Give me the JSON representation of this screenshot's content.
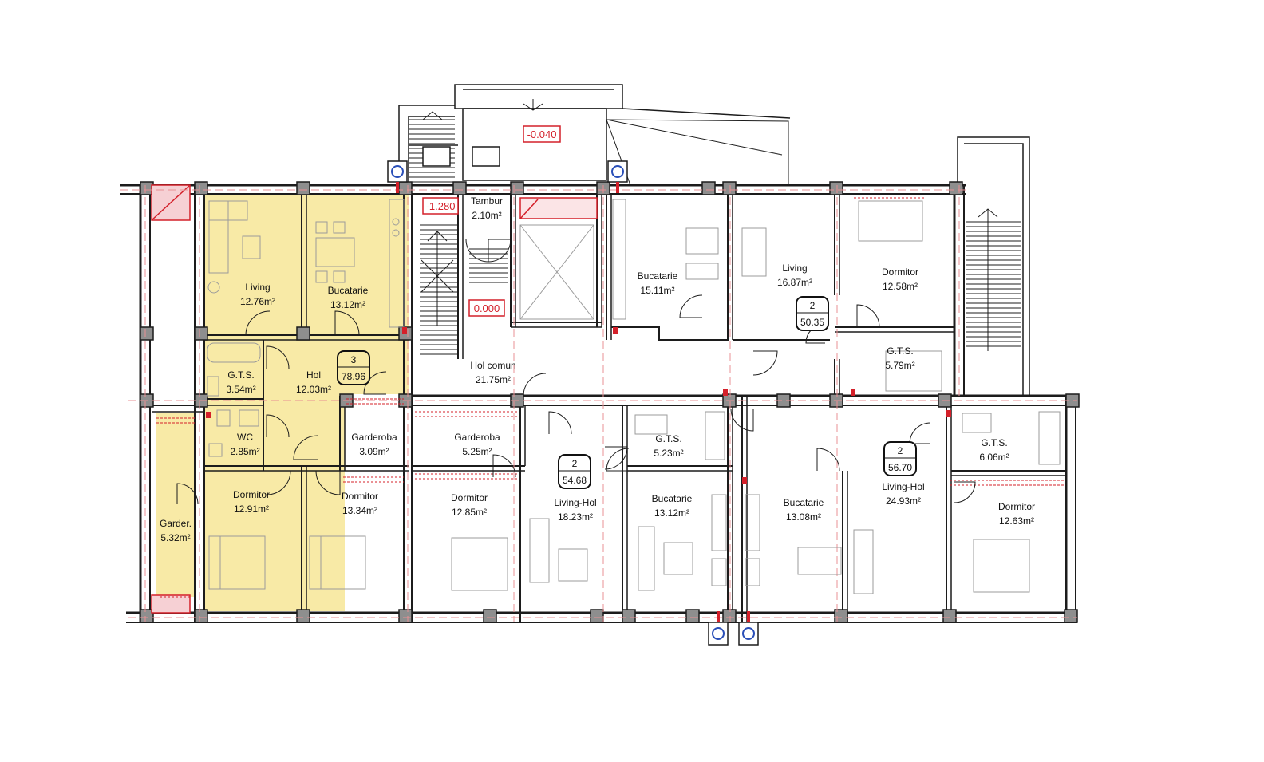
{
  "colors": {
    "apartment_fill": "#f8eaa6",
    "wall": "#1c1c1c",
    "column_fill": "#8e8e8e",
    "accent_red": "#d4202a",
    "balcony_red": "#e35060",
    "dashed_red": "#e89094",
    "glass": "#5fa7a7"
  },
  "levels": {
    "top_landing": "-0.040",
    "entrance": "-1.280",
    "stair_landing": "0.000"
  },
  "rooms": {
    "a3_living": {
      "name": "Living",
      "area": "12.76m²"
    },
    "a3_kitchen": {
      "name": "Bucatarie",
      "area": "13.12m²"
    },
    "a3_bath": {
      "name": "G.T.S.",
      "area": "3.54m²"
    },
    "a3_hall": {
      "name": "Hol",
      "area": "12.03m²"
    },
    "a3_wc": {
      "name": "WC",
      "area": "2.85m²"
    },
    "a3_wardrobe": {
      "name": "Garderoba",
      "area": "3.09m²"
    },
    "a3_bed1": {
      "name": "Dormitor",
      "area": "12.91m²"
    },
    "a3_bed2": {
      "name": "Dormitor",
      "area": "13.34m²"
    },
    "a3_garder": {
      "name": "Garder.",
      "area": "5.32m²"
    },
    "tambur": {
      "name": "Tambur",
      "area": "2.10m²"
    },
    "hol_comun": {
      "name": "Hol comun",
      "area": "21.75m²"
    },
    "b_kitchen": {
      "name": "Bucatarie",
      "area": "15.11m²"
    },
    "b_living": {
      "name": "Living",
      "area": "16.87m²"
    },
    "b_bed": {
      "name": "Dormitor",
      "area": "12.58m²"
    },
    "b_bath": {
      "name": "G.T.S.",
      "area": "5.79m²"
    },
    "c_wardrobe": {
      "name": "Garderoba",
      "area": "5.25m²"
    },
    "c_bed": {
      "name": "Dormitor",
      "area": "12.85m²"
    },
    "c_living": {
      "name": "Living-Hol",
      "area": "18.23m²"
    },
    "c_bath": {
      "name": "G.T.S.",
      "area": "5.23m²"
    },
    "c_kitchen": {
      "name": "Bucatarie",
      "area": "13.12m²"
    },
    "d_kitchen": {
      "name": "Bucatarie",
      "area": "13.08m²"
    },
    "d_living": {
      "name": "Living-Hol",
      "area": "24.93m²"
    },
    "d_bath": {
      "name": "G.T.S.",
      "area": "6.06m²"
    },
    "d_bed": {
      "name": "Dormitor",
      "area": "12.63m²"
    }
  },
  "apartment_tags": {
    "a": {
      "rooms": "3",
      "total": "78.96"
    },
    "b": {
      "rooms": "2",
      "total": "50.35"
    },
    "c": {
      "rooms": "2",
      "total": "54.68"
    },
    "d": {
      "rooms": "2",
      "total": "56.70"
    }
  }
}
